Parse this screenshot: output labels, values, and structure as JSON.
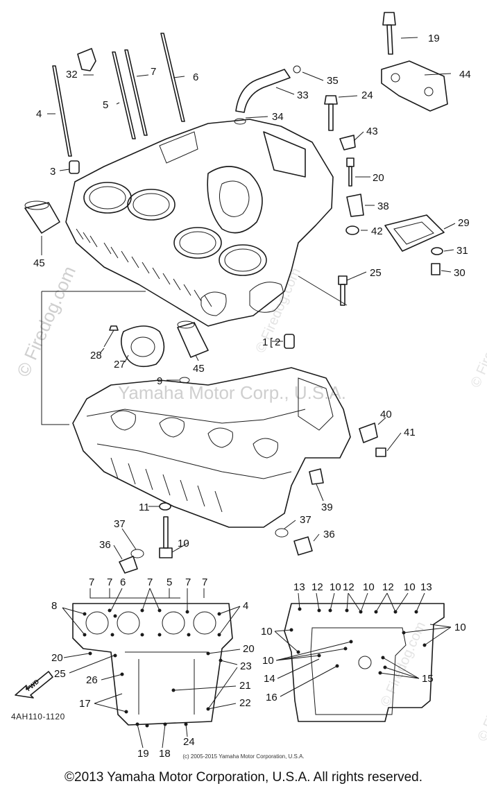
{
  "watermarks": {
    "firedog_large": "© Firedog.com",
    "firedog_small": "© Firedog.com",
    "yamaha_center": "Yamaha Motor Corp., U.S.A."
  },
  "diagram": {
    "ref_code": "4AH110-1120",
    "callouts": {
      "n19": "19",
      "n44": "44",
      "n35": "35",
      "n32": "32",
      "n7": "7",
      "n6": "6",
      "n33": "33",
      "n24": "24",
      "n5": "5",
      "n4": "4",
      "n34": "34",
      "n43": "43",
      "n3": "3",
      "n20": "20",
      "n38": "38",
      "n29": "29",
      "n42": "42",
      "n31": "31",
      "n30": "30",
      "n45a": "45",
      "n25": "25",
      "n1": "1",
      "n2": "2",
      "n28": "28",
      "n27": "27",
      "n45b": "45",
      "n9": "9",
      "n40": "40",
      "n41": "41",
      "n39": "39",
      "n11": "11",
      "n37a": "37",
      "n37b": "37",
      "n10": "10",
      "n36a": "36",
      "n36b": "36"
    },
    "bolt_left": {
      "labels_top": [
        "7",
        "7",
        "6",
        "7",
        "5",
        "7",
        "7"
      ],
      "n8": "8",
      "n4": "4",
      "n20a": "20",
      "n20b": "20",
      "n25": "25",
      "n26": "26",
      "n23": "23",
      "n21": "21",
      "n17": "17",
      "n22": "22",
      "n24": "24",
      "n19": "19",
      "n18": "18"
    },
    "bolt_right": {
      "labels_top": [
        "13",
        "12",
        "10",
        "12",
        "10",
        "12",
        "10",
        "13"
      ],
      "n10a": "10",
      "n10b": "10",
      "n10c": "10",
      "n14": "14",
      "n15": "15",
      "n16": "16"
    }
  },
  "footer": {
    "small": "(c) 2005-2015 Yamaha Motor Corporation, U.S.A.",
    "main": "©2013 Yamaha Motor Corporation, U.S.A. All rights reserved."
  }
}
